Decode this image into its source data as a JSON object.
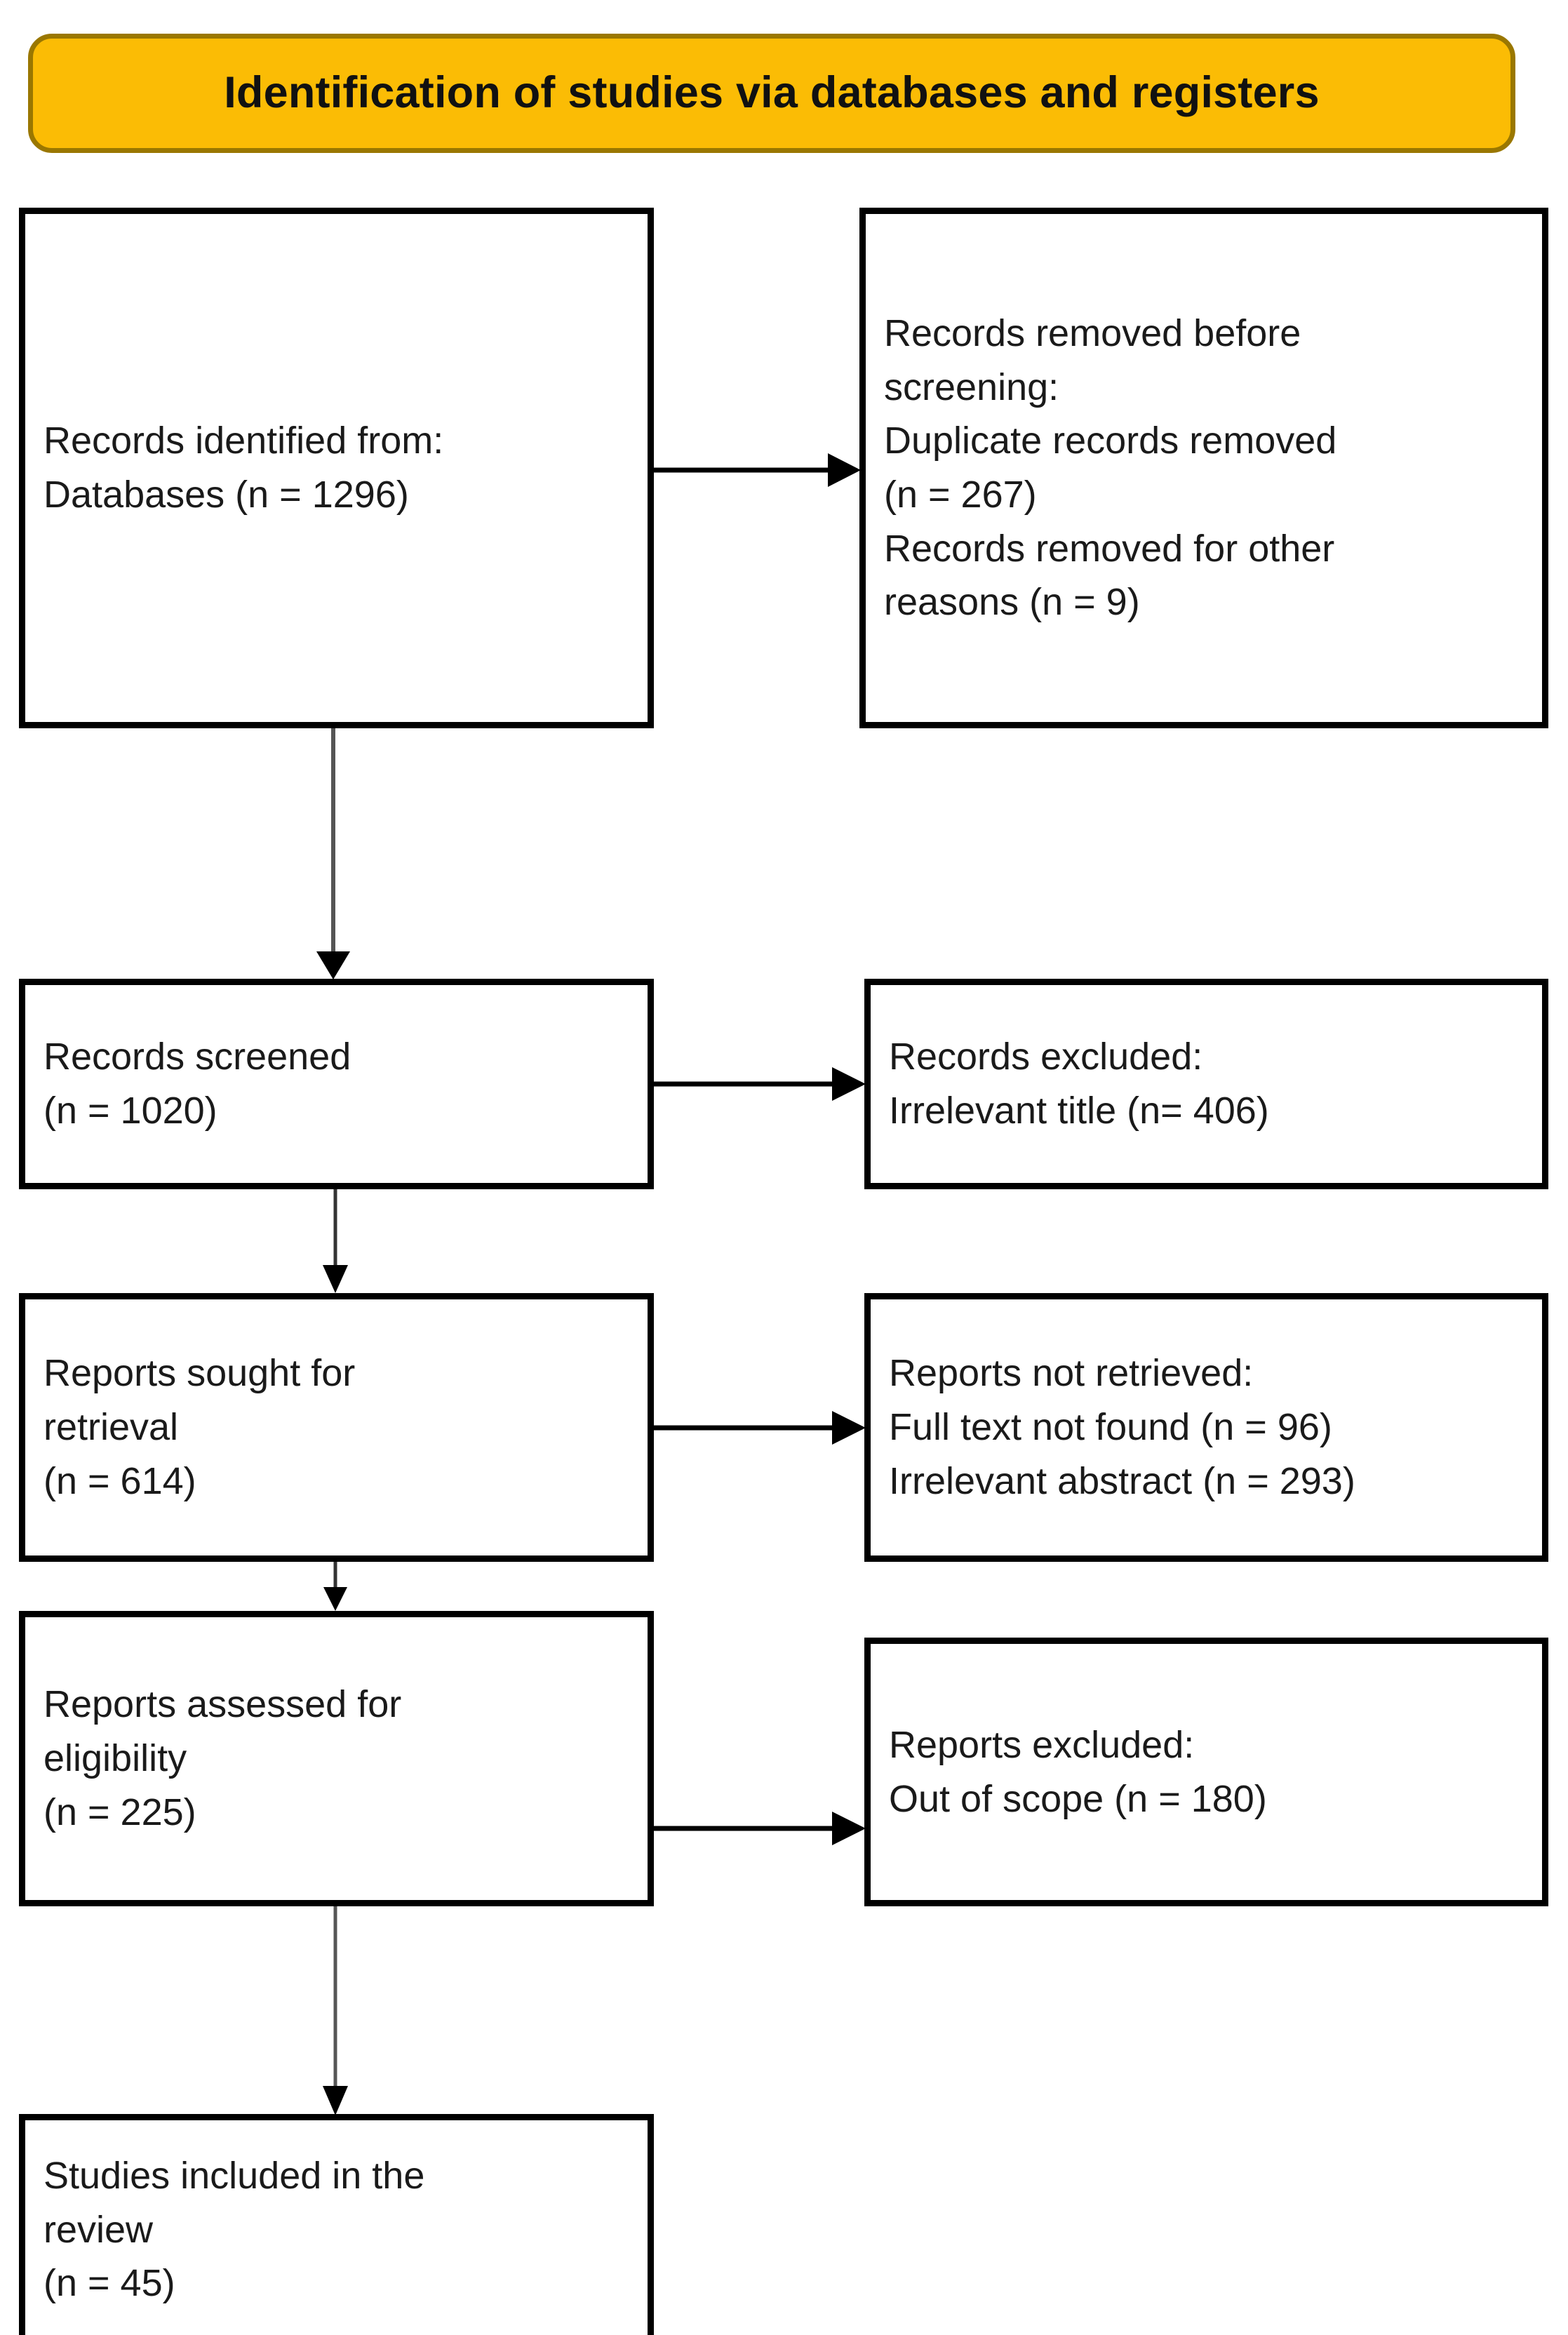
{
  "diagram": {
    "type": "prisma-flow-diagram",
    "header": {
      "title": "Identification of studies via databases and registers",
      "fill_color": "#FBBC05",
      "border_color": "#9A7700",
      "text_color": "#111111"
    },
    "boxes": {
      "identified": {
        "id": "records-identified",
        "column": "left",
        "stage": "Identification",
        "text": "Records identified from:\nDatabases (n = 1296)",
        "lines": [
          "Records identified from:",
          "Databases (n = 1296)"
        ],
        "n": 1296
      },
      "removed_before_screening": {
        "id": "records-removed-before-screening",
        "column": "right",
        "stage": "Identification",
        "text": "Records removed before\nscreening:\nDuplicate records removed\n(n = 267)\nRecords removed for other\nreasons (n = 9)",
        "lines": [
          "Records removed before",
          "screening:",
          "Duplicate records removed",
          "(n = 267)",
          "Records removed for other",
          "reasons (n = 9)"
        ],
        "duplicates_removed": 267,
        "other_reasons_removed": 9
      },
      "screened": {
        "id": "records-screened",
        "column": "left",
        "stage": "Screening",
        "text": "Records screened\n(n = 1020)",
        "lines": [
          "Records screened",
          "(n = 1020)"
        ],
        "n": 1020
      },
      "records_excluded": {
        "id": "records-excluded",
        "column": "right",
        "stage": "Screening",
        "text": "Records excluded:\nIrrelevant title (n= 406)",
        "lines": [
          "Records excluded:",
          "Irrelevant title (n= 406)"
        ],
        "irrelevant_title": 406
      },
      "sought_for_retrieval": {
        "id": "reports-sought-for-retrieval",
        "column": "left",
        "stage": "Screening",
        "text": "Reports sought for\nretrieval\n(n = 614)",
        "lines": [
          "Reports sought for",
          "retrieval",
          "(n = 614)"
        ],
        "n": 614
      },
      "not_retrieved": {
        "id": "reports-not-retrieved",
        "column": "right",
        "stage": "Screening",
        "text": "Reports not retrieved:\nFull text not found (n = 96)\nIrrelevant abstract (n = 293)",
        "lines": [
          "Reports not retrieved:",
          "Full text not found (n = 96)",
          "Irrelevant abstract (n = 293)"
        ],
        "full_text_not_found": 96,
        "irrelevant_abstract": 293
      },
      "assessed_for_eligibility": {
        "id": "reports-assessed-for-eligibility",
        "column": "left",
        "stage": "Eligibility",
        "text": "Reports assessed for\neligibility\n(n = 225)",
        "lines": [
          "Reports assessed for",
          "eligibility",
          "(n = 225)"
        ],
        "n": 225
      },
      "reports_excluded": {
        "id": "reports-excluded",
        "column": "right",
        "stage": "Eligibility",
        "text": "Reports excluded:\nOut of scope (n = 180)",
        "lines": [
          "Reports excluded:",
          "Out of scope (n = 180)"
        ],
        "out_of_scope": 180
      },
      "included": {
        "id": "studies-included",
        "column": "left",
        "stage": "Included",
        "text": "Studies included in the\nreview\n(n = 45)",
        "lines": [
          "Studies included in the",
          "review",
          "(n = 45)"
        ],
        "n": 45
      }
    },
    "connectors": [
      {
        "name": "identified-to-removed",
        "direction": "right",
        "from": "identified",
        "to": "removed_before_screening"
      },
      {
        "name": "identified-to-screened",
        "direction": "down",
        "from": "identified",
        "to": "screened"
      },
      {
        "name": "screened-to-excluded",
        "direction": "right",
        "from": "screened",
        "to": "records_excluded"
      },
      {
        "name": "screened-to-sought",
        "direction": "down",
        "from": "screened",
        "to": "sought_for_retrieval"
      },
      {
        "name": "sought-to-not-retrieved",
        "direction": "right",
        "from": "sought_for_retrieval",
        "to": "not_retrieved"
      },
      {
        "name": "sought-to-assessed",
        "direction": "down",
        "from": "sought_for_retrieval",
        "to": "assessed_for_eligibility"
      },
      {
        "name": "assessed-to-excluded",
        "direction": "right",
        "from": "assessed_for_eligibility",
        "to": "reports_excluded"
      },
      {
        "name": "assessed-to-included",
        "direction": "down",
        "from": "assessed_for_eligibility",
        "to": "included"
      }
    ]
  }
}
